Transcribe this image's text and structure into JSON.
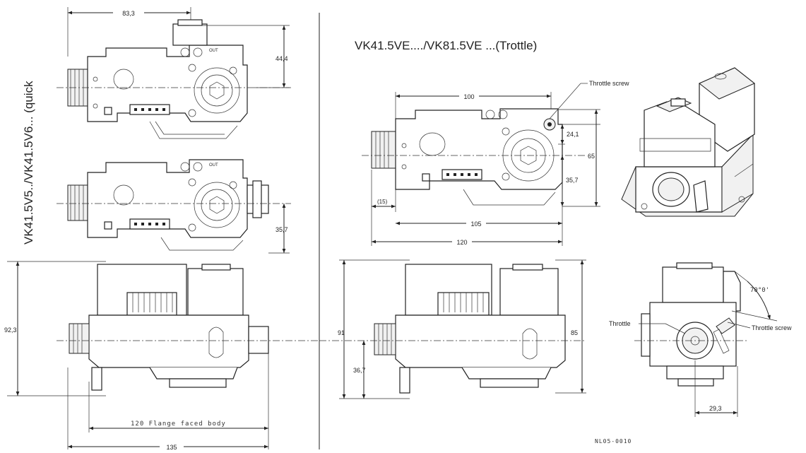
{
  "right_title": "VK41.5VE..../VK81.5VE ...(Trottle)",
  "left_vertical_title": "VK41.5V5../VK41.5V6... (quick",
  "dims_left": {
    "top_width": "83,3",
    "top_height": "44,4",
    "mid_height": "35,7",
    "front_height": "92,3",
    "flange_label": "120 Flange faced body",
    "overall_width": "135"
  },
  "dims_right_top": {
    "throttle_screw": "Throttle screw",
    "width_100": "100",
    "d_24_1": "24,1",
    "d_65": "65",
    "d_35_7": "35,7",
    "d_15": "(15)",
    "d_105": "105",
    "d_120": "120"
  },
  "dims_right_bottom": {
    "h_91": "91",
    "h_85": "85",
    "h_36_7": "36,7",
    "throttle": "Throttle",
    "throttle_screw": "Throttle screw",
    "angle": "70°0'",
    "w_29_3": "29,3"
  },
  "drawing_code": "NL05-0010"
}
